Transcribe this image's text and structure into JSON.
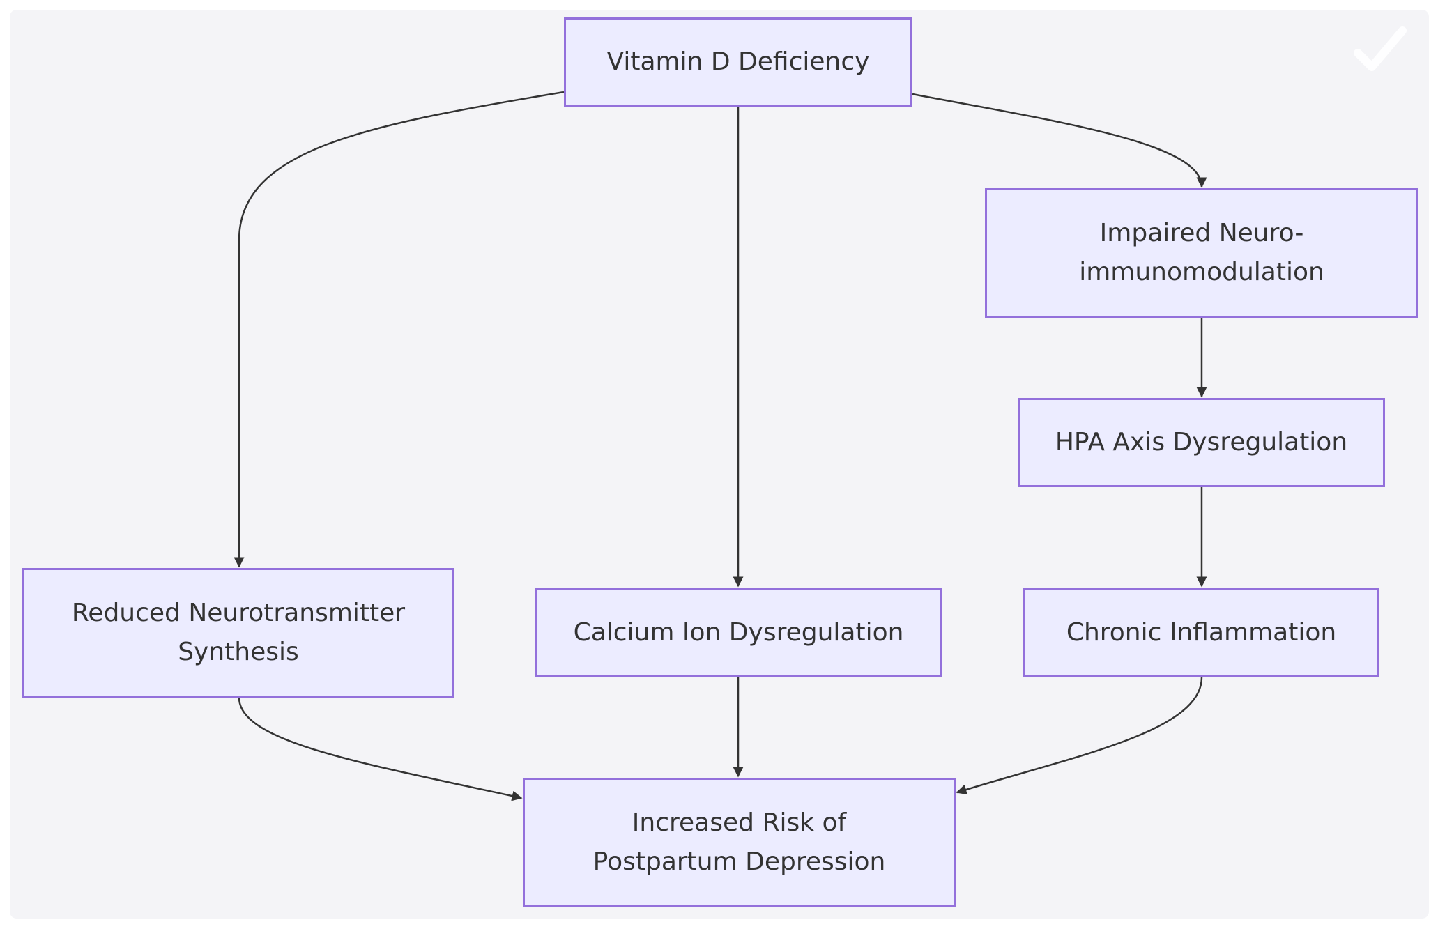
{
  "diagram": {
    "nodes": {
      "vitamin_d": "Vitamin D Deficiency",
      "impaired": "Impaired Neuro-\nimmunomodulation",
      "hpa": "HPA Axis Dysregulation",
      "reduced": "Reduced Neurotransmitter\nSynthesis",
      "calcium": "Calcium Ion Dysregulation",
      "chronic": "Chronic Inflammation",
      "risk": "Increased Risk of\nPostpartum Depression"
    },
    "edges": [
      {
        "from": "Vitamin D Deficiency",
        "to": "Reduced Neurotransmitter Synthesis"
      },
      {
        "from": "Vitamin D Deficiency",
        "to": "Calcium Ion Dysregulation"
      },
      {
        "from": "Vitamin D Deficiency",
        "to": "Impaired Neuro-immunomodulation"
      },
      {
        "from": "Impaired Neuro-immunomodulation",
        "to": "HPA Axis Dysregulation"
      },
      {
        "from": "HPA Axis Dysregulation",
        "to": "Chronic Inflammation"
      },
      {
        "from": "Reduced Neurotransmitter Synthesis",
        "to": "Increased Risk of Postpartum Depression"
      },
      {
        "from": "Calcium Ion Dysregulation",
        "to": "Increased Risk of Postpartum Depression"
      },
      {
        "from": "Chronic Inflammation",
        "to": "Increased Risk of Postpartum Depression"
      }
    ],
    "colors": {
      "node_fill": "#ececff",
      "node_border": "#9370db",
      "edge": "#333333",
      "background": "#f4f4f7"
    },
    "icon": "checkmark-icon"
  }
}
